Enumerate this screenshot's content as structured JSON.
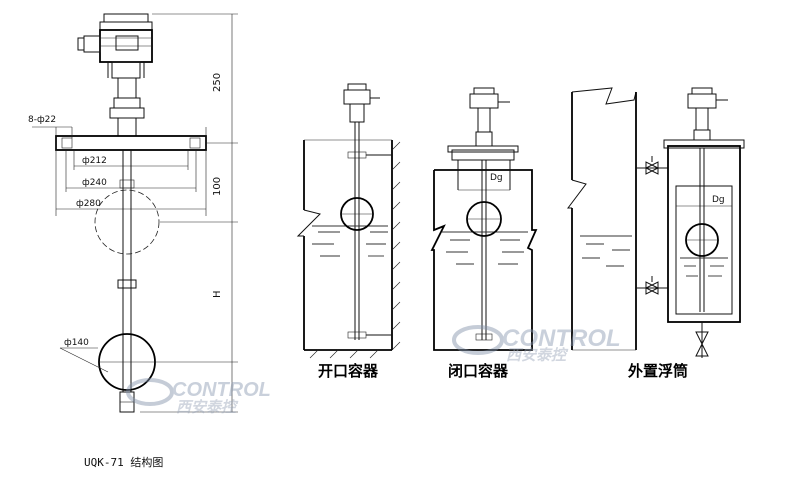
{
  "main_drawing": {
    "dims": {
      "flange_holes": "8-ф22",
      "d212": "ф212",
      "d240": "ф240",
      "d280": "ф280",
      "float_dia": "ф140",
      "h250": "250",
      "h100": "100",
      "hH": "H"
    },
    "figure_caption": "UQK-71 结构图"
  },
  "installations": [
    {
      "caption": "开口容器"
    },
    {
      "caption": "闭口容器",
      "dg_label": "Dg"
    },
    {
      "caption": "外置浮筒",
      "dg_label": "Dg"
    }
  ],
  "watermark": {
    "brand": "CONTROL",
    "sub": "西安泰控"
  }
}
